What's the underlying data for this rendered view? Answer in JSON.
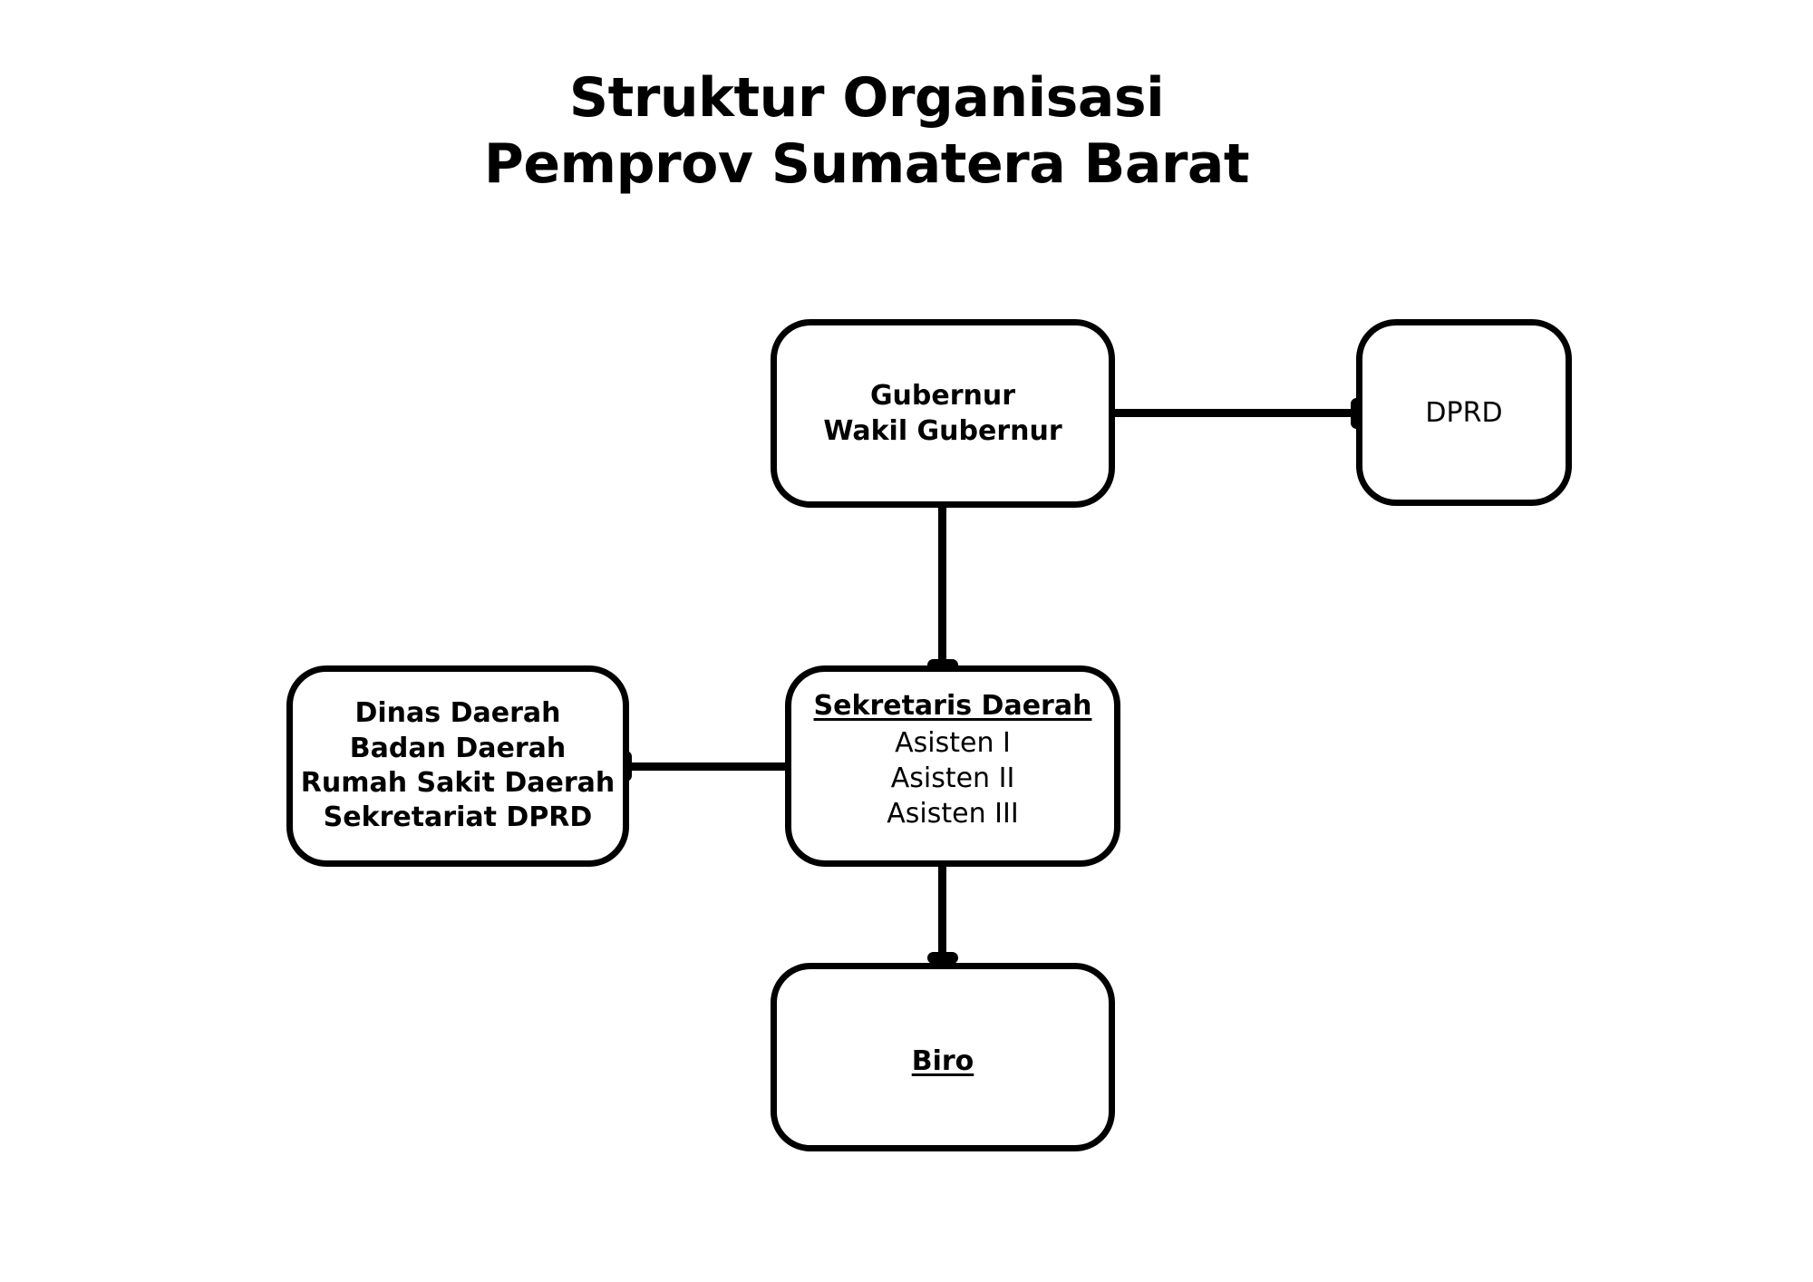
{
  "title": {
    "line1": "Struktur Organisasi",
    "line2": "Pemprov Sumatera Barat"
  },
  "colors": {
    "background": "#ffffff",
    "stroke": "#000000",
    "text": "#000000"
  },
  "chart_data": {
    "type": "diagram",
    "diagram_kind": "organizational-chart",
    "title": "Struktur Organisasi Pemprov Sumatera Barat",
    "nodes": [
      {
        "id": "gubernur",
        "lines": [
          {
            "text": "Gubernur",
            "bold": true,
            "underline": false
          },
          {
            "text": "Wakil Gubernur",
            "bold": true,
            "underline": false
          }
        ]
      },
      {
        "id": "dprd",
        "lines": [
          {
            "text": "DPRD",
            "bold": false,
            "underline": false
          }
        ]
      },
      {
        "id": "sekretaris",
        "lines": [
          {
            "text": "Sekretaris Daerah",
            "bold": true,
            "underline": true
          },
          {
            "text": "Asisten I",
            "bold": false,
            "underline": false
          },
          {
            "text": "Asisten II",
            "bold": false,
            "underline": false
          },
          {
            "text": "Asisten III",
            "bold": false,
            "underline": false
          }
        ]
      },
      {
        "id": "dinas",
        "lines": [
          {
            "text": "Dinas Daerah",
            "bold": true,
            "underline": false
          },
          {
            "text": "Badan Daerah",
            "bold": true,
            "underline": false
          },
          {
            "text": "Rumah Sakit Daerah",
            "bold": true,
            "underline": false
          },
          {
            "text": "Sekretariat DPRD",
            "bold": true,
            "underline": false
          }
        ]
      },
      {
        "id": "biro",
        "lines": [
          {
            "text": "Biro",
            "bold": true,
            "underline": true
          }
        ]
      }
    ],
    "edges": [
      {
        "from": "gubernur",
        "to": "sekretaris",
        "direction": "down",
        "arrow_at": "sekretaris"
      },
      {
        "from": "gubernur",
        "to": "dprd",
        "direction": "right",
        "arrow_at": "dprd"
      },
      {
        "from": "sekretaris",
        "to": "dinas",
        "direction": "left",
        "arrow_at": "dinas"
      },
      {
        "from": "sekretaris",
        "to": "biro",
        "direction": "down",
        "arrow_at": "biro"
      }
    ]
  },
  "nodes": {
    "gubernur": {
      "line1": "Gubernur",
      "line2": "Wakil Gubernur"
    },
    "dprd": {
      "line1": "DPRD"
    },
    "sekretaris": {
      "head": "Sekretaris Daerah",
      "line1": "Asisten I",
      "line2": "Asisten II",
      "line3": "Asisten III"
    },
    "dinas": {
      "line1": "Dinas Daerah",
      "line2": "Badan Daerah",
      "line3": "Rumah Sakit Daerah",
      "line4": "Sekretariat DPRD"
    },
    "biro": {
      "head": "Biro"
    }
  }
}
